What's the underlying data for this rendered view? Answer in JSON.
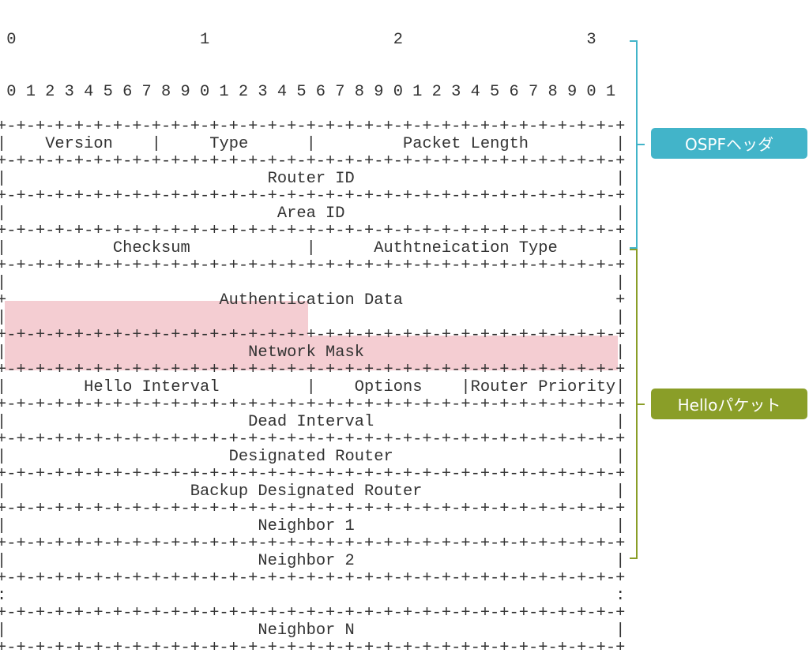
{
  "bit_ruler": {
    "tens": " 0                   1                   2                   3",
    "ones": " 0 1 2 3 4 5 6 7 8 9 0 1 2 3 4 5 6 7 8 9 0 1 2 3 4 5 6 7 8 9 0 1"
  },
  "rows": [
    {
      "cells": [
        {
          "label": "Version",
          "bits": 8
        },
        {
          "label": "Type",
          "bits": 8
        },
        {
          "label": "Packet Length",
          "bits": 16
        }
      ]
    },
    {
      "cells": [
        {
          "label": "Router ID",
          "bits": 32
        }
      ]
    },
    {
      "cells": [
        {
          "label": "Area ID",
          "bits": 32
        }
      ]
    },
    {
      "cells": [
        {
          "label": "Checksum",
          "bits": 16
        },
        {
          "label": "Authtneication Type",
          "bits": 16
        }
      ]
    },
    {
      "cells": [
        {
          "label": "Authentication Data",
          "bits": 32
        }
      ],
      "tall": true
    },
    {
      "cells": [
        {
          "label": "Network Mask",
          "bits": 32
        }
      ]
    },
    {
      "cells": [
        {
          "label": "Hello Interval",
          "bits": 16,
          "highlight": true
        },
        {
          "label": "Options",
          "bits": 8
        },
        {
          "label": "Router Priority",
          "bits": 8
        }
      ]
    },
    {
      "cells": [
        {
          "label": "Dead Interval",
          "bits": 32,
          "highlight": true
        }
      ]
    },
    {
      "cells": [
        {
          "label": "Designated Router",
          "bits": 32
        }
      ]
    },
    {
      "cells": [
        {
          "label": "Backup Designated Router",
          "bits": 32
        }
      ]
    },
    {
      "cells": [
        {
          "label": "Neighbor 1",
          "bits": 32
        }
      ]
    },
    {
      "cells": [
        {
          "label": "Neighbor 2",
          "bits": 32
        }
      ]
    },
    {
      "cells": [
        {
          "label": "",
          "bits": 32
        }
      ],
      "ellipsis": true
    },
    {
      "cells": [
        {
          "label": "Neighbor N",
          "bits": 32
        }
      ]
    }
  ],
  "groups": [
    {
      "label": "OSPFヘッダ",
      "color": "#42b4c9"
    },
    {
      "label": "Helloパケット",
      "color": "#8a9e28"
    }
  ],
  "highlight_color": "#f4cdd2"
}
